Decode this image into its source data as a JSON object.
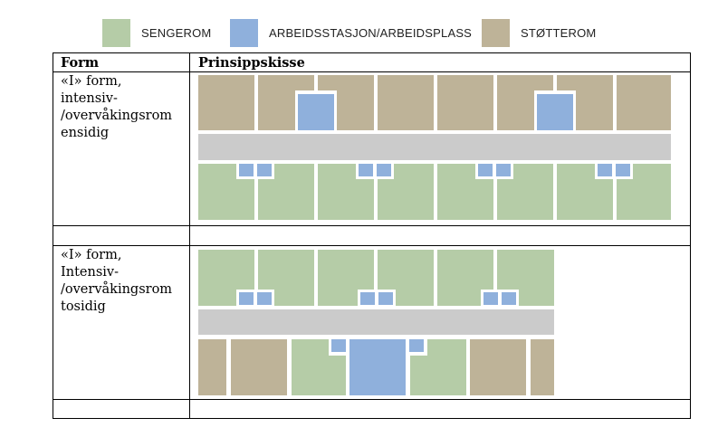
{
  "legend": {
    "items": [
      {
        "label": "SENGEROM",
        "color": "#b5cca7"
      },
      {
        "label": "ARBEIDSSTASJON/ARBEIDSPLASS",
        "color": "#8fb0dc"
      },
      {
        "label": "STØTTEROM",
        "color": "#beb398"
      }
    ]
  },
  "table": {
    "headers": {
      "form": "Form",
      "sketch": "Prinsippskisse"
    },
    "rows": [
      {
        "form": " «I» form,\nintensiv-\n/overvåkingsrom\nensidig"
      },
      {
        "form": "«I» form,\nIntensiv-\n/overvåkingsrom\ntosidig"
      }
    ]
  },
  "colors": {
    "sengerom": "#b5cca7",
    "arbeidsstasjon": "#8fb0dc",
    "stotterom": "#beb398",
    "korridor": "#cbcbcb"
  }
}
